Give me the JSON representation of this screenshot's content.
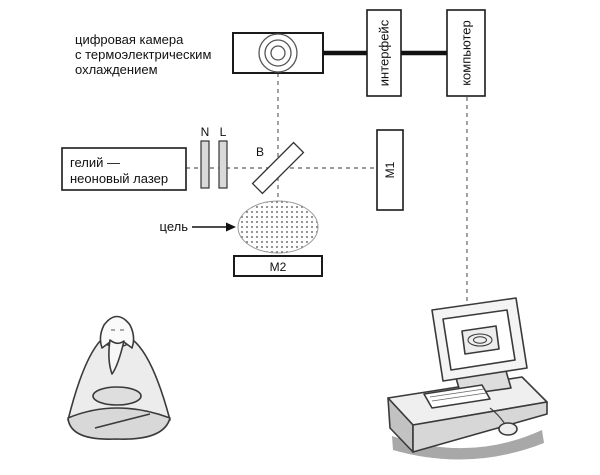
{
  "labels": {
    "camera": [
      "цифровая камера",
      "с термоэлектрическим",
      "охлаждением"
    ],
    "interface": "интерфейс",
    "computer": "компьютер",
    "laser": [
      "гелий —",
      "неоновый лазер"
    ],
    "filter_n": "N",
    "filter_l": "L",
    "beamsplitter": "B",
    "mirror1": "M1",
    "mirror2": "M2",
    "target": "цель"
  },
  "icons": {
    "left_illustration": "meditating-sage",
    "right_illustration": "desktop-computer"
  },
  "colors": {
    "stroke": "#1a1a1a",
    "dashed_beam": "#7a7a7a",
    "light_fill": "#e8e8e8"
  }
}
